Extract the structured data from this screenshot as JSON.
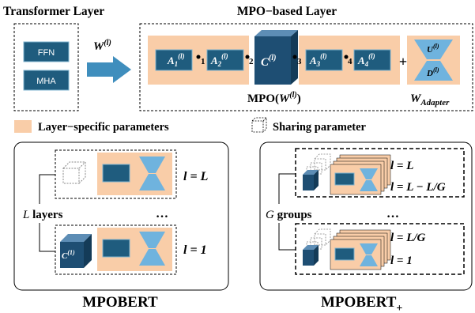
{
  "colors": {
    "layer_bg": "#F9CDA8",
    "block": "#1F5C7E",
    "block_border": "#7FB3CF",
    "cube_front": "#1E4E73",
    "cube_top": "#5D8DB5",
    "cube_side": "#143B58",
    "hourglass": "#6FB3DE",
    "arrow": "#3F8EBD",
    "text": "#000000",
    "white": "#FFFFFF"
  },
  "top": {
    "transformer_title": "Transformer Layer",
    "ffn_label": "FFN",
    "mha_label": "MHA",
    "arrow_label_main": "W",
    "arrow_label_sup": "(l)",
    "mpo_title": "MPO−based Layer",
    "tensors": [
      {
        "main": "A",
        "sub": "1",
        "sup": "(l)"
      },
      {
        "main": "A",
        "sub": "2",
        "sup": "(l)"
      },
      {
        "main": "C",
        "sub": "",
        "sup": "(l)"
      },
      {
        "main": "A",
        "sub": "3",
        "sup": "(l)"
      },
      {
        "main": "A",
        "sub": "4",
        "sup": "(l)"
      }
    ],
    "bond_labels": [
      "1",
      "2",
      "3",
      "4"
    ],
    "plus": "+",
    "adapter_u": "U",
    "adapter_d": "D",
    "adapter_sup": "(l)",
    "mpo_caption_prefix": "MPO(",
    "mpo_caption_w": "W",
    "mpo_caption_sup": "(l)",
    "mpo_caption_suffix": ")",
    "adapter_caption_w": "W",
    "adapter_caption_sub": "Adapter"
  },
  "legend": {
    "layer_specific": "Layer−specific parameters",
    "sharing": "Sharing parameter"
  },
  "left_panel": {
    "row_top_label": "l = L",
    "dots": "…",
    "row_bottom_label": "l = 1",
    "cube_label_main": "C",
    "cube_label_sup": "(1)",
    "side_label_var": "L",
    "side_label_text": " layers",
    "caption": "MPOBERT"
  },
  "right_panel": {
    "group1_top": "l = L",
    "group1_bottom": "l = L − L/G",
    "dots_mid": "…",
    "group2_top": "l = L/G",
    "group2_bottom": "l = 1",
    "side_label_var": "G",
    "side_label_text": " groups",
    "caption_main": "MPOBERT",
    "caption_sub": "+"
  }
}
